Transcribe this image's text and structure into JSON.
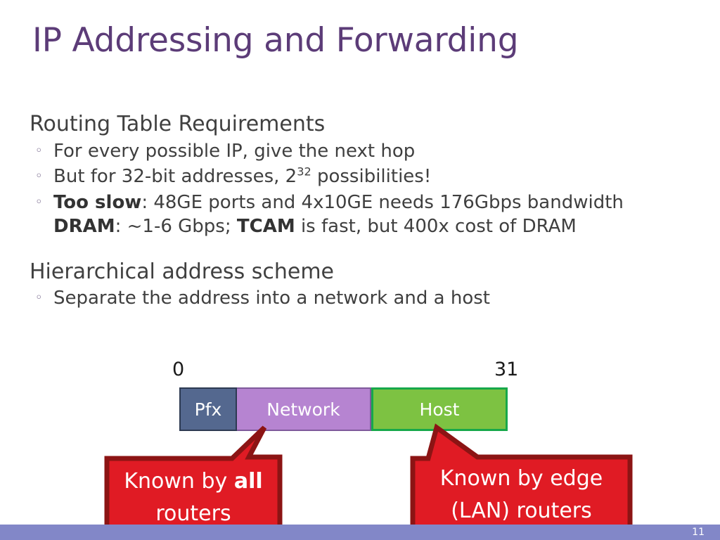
{
  "slide": {
    "title": "IP Addressing and Forwarding",
    "title_color": "#5c3c78",
    "page_number": "11",
    "footer_color": "#8287c8"
  },
  "sections": {
    "first": {
      "heading": "Routing Table Requirements",
      "bullets": {
        "b1": "For every possible IP, give the next hop",
        "b2_pre": "But for 32-bit addresses, 2",
        "b2_sup": "32",
        "b2_post": " possibilities!",
        "b3_bold": "Too slow",
        "b3_rest": ": 48GE ports and 4x10GE needs 176Gbps bandwidth",
        "b3_line2_bold": "DRAM",
        "b3_line2_mid": ": ~1-6 Gbps; ",
        "b3_line2_bold2": "TCAM",
        "b3_line2_end": " is fast, but 400x cost of DRAM"
      },
      "bullet_mark": "◦"
    },
    "second": {
      "heading": "Hierarchical address scheme",
      "bullets": {
        "b1": "Separate the address into a network and a host"
      },
      "bullet_mark": "◦"
    }
  },
  "diagram": {
    "bit_start": "0",
    "bit_end": "31",
    "segments": [
      {
        "label": "Pfx",
        "color": "#54688f",
        "border": "#2d3a52"
      },
      {
        "label": "Network",
        "color": "#b684d1",
        "border": "#7f5a9b"
      },
      {
        "label": "Host",
        "color": "#7dc242",
        "border": "#17a84a"
      }
    ],
    "callouts": [
      {
        "line1_pre": "Known by ",
        "line1_bold": "all",
        "line2": "routers",
        "fill": "#e01b24",
        "stroke": "#8c1414",
        "points_to": "Network"
      },
      {
        "line1": "Known by edge",
        "line2": "(LAN) routers",
        "fill": "#e01b24",
        "stroke": "#8c1414",
        "points_to": "Host"
      }
    ]
  }
}
